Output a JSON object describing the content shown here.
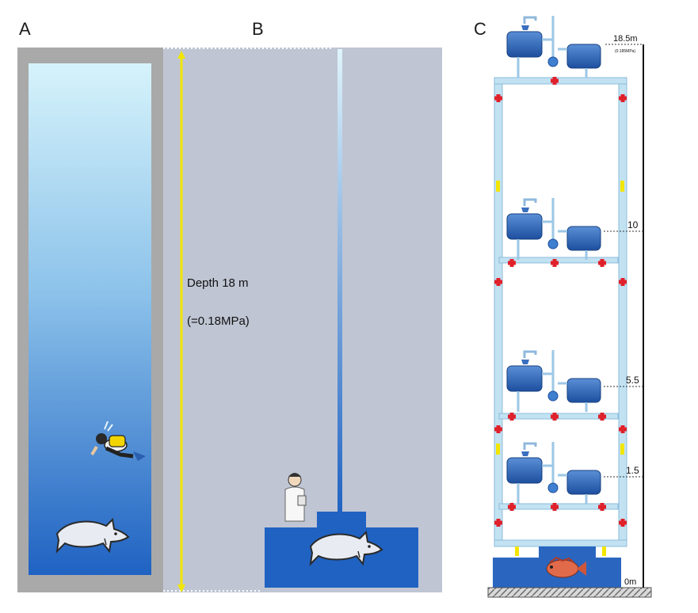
{
  "panels": {
    "a": {
      "letter": "A"
    },
    "b": {
      "letter": "B",
      "depth_label": "Depth 18 m",
      "pressure_label": "(=0.18MPa)"
    },
    "c": {
      "letter": "C",
      "levels": [
        {
          "label": "18.5m",
          "sub": "(0.185MPa)"
        },
        {
          "label": "10",
          "sub": ""
        },
        {
          "label": "5.5",
          "sub": ""
        },
        {
          "label": "1.5",
          "sub": ""
        },
        {
          "label": "0m",
          "sub": ""
        }
      ]
    }
  },
  "colors": {
    "water_top": "#cdeefa",
    "water_bottom": "#1a5fc0",
    "frame_gray": "#a8a8a8",
    "panel_b_bg": "#bfc5d3",
    "tank_blue": "#1f5fb5",
    "pipe_blue": "#b8ddf0",
    "valve_red": "#e0202a",
    "arrow_yellow": "#f2e600",
    "floor_gray": "#8a8a8a"
  }
}
